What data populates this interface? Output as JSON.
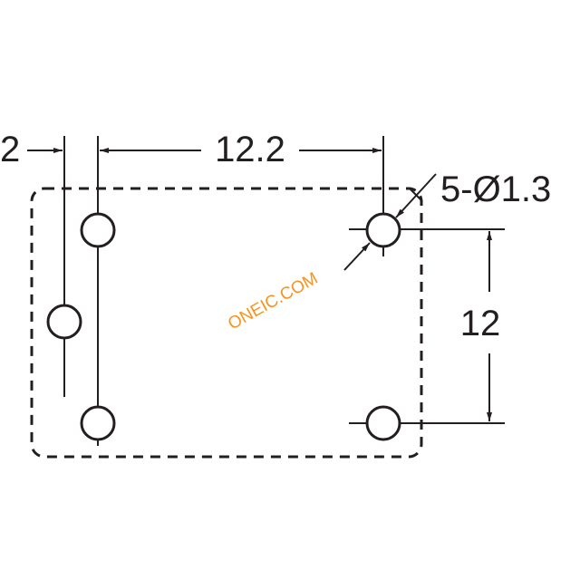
{
  "dimensions": {
    "pitch_offset": "2",
    "horizontal_span": "12.2",
    "hole_callout": "5-Ø1.3",
    "vertical_span": "12"
  },
  "watermark": {
    "text": "ONEIC.COM",
    "color": "#f7941d"
  },
  "colors": {
    "line": "#231f20",
    "background": "#ffffff"
  }
}
